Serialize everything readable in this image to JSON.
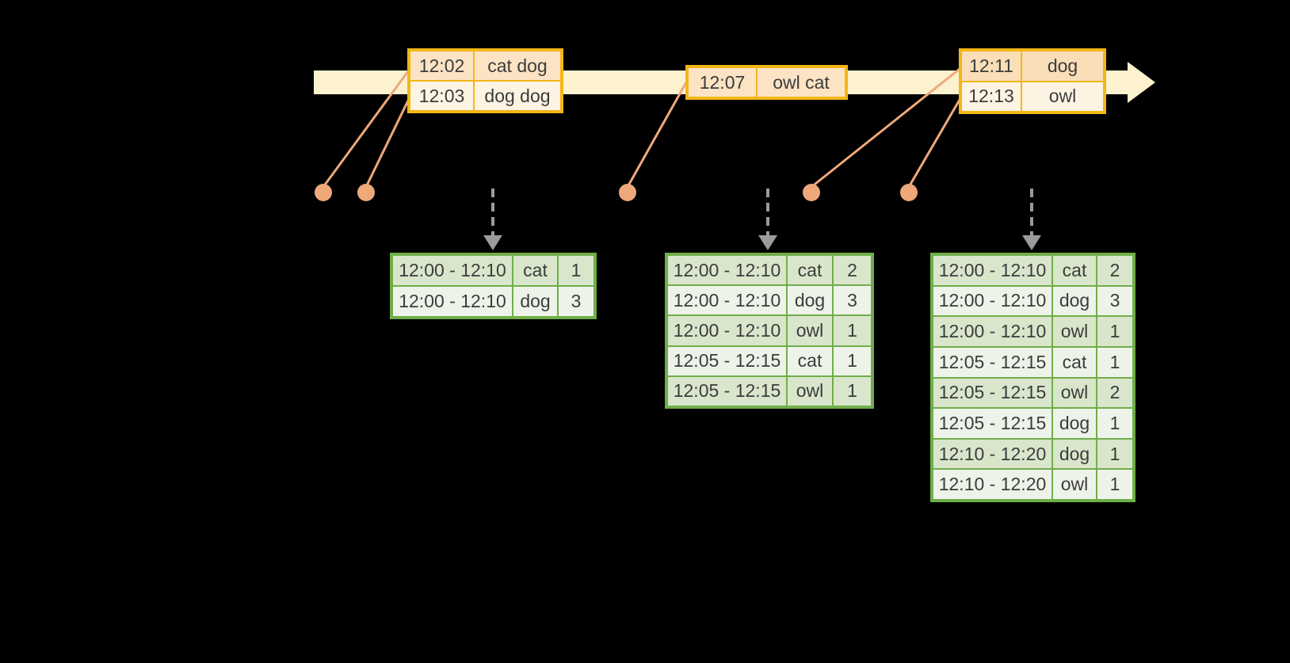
{
  "diagram": {
    "description": "timeline of streaming word events mapped to windowed count result tables",
    "palette": {
      "background": "#000000",
      "timeline_band": "#FCF2CF",
      "event_table_border": "#F3B617",
      "event_row_dark": "#FBE3C4",
      "event_row_dark_alt": "#F9DEB8",
      "event_row_light": "#FDF3E3",
      "result_table_border": "#6FAE49",
      "result_row_dark": "#D9E6CB",
      "result_row_light": "#EEF3EA",
      "connector_salmon": "#EFA87A",
      "trigger_arrow_gray": "#9B9B9B",
      "text": "#3C3C3C"
    }
  },
  "event_tables": [
    {
      "rows": [
        {
          "time": "12:02",
          "words": "cat dog"
        },
        {
          "time": "12:03",
          "words": "dog dog"
        }
      ]
    },
    {
      "rows": [
        {
          "time": "12:07",
          "words": "owl cat"
        }
      ]
    },
    {
      "rows": [
        {
          "time": "12:11",
          "words": "dog"
        },
        {
          "time": "12:13",
          "words": "owl"
        }
      ]
    }
  ],
  "result_tables": [
    {
      "rows": [
        {
          "window": "12:00 - 12:10",
          "word": "cat",
          "count": "1"
        },
        {
          "window": "12:00 - 12:10",
          "word": "dog",
          "count": "3"
        }
      ]
    },
    {
      "rows": [
        {
          "window": "12:00 - 12:10",
          "word": "cat",
          "count": "2"
        },
        {
          "window": "12:00 - 12:10",
          "word": "dog",
          "count": "3"
        },
        {
          "window": "12:00 - 12:10",
          "word": "owl",
          "count": "1"
        },
        {
          "window": "12:05 - 12:15",
          "word": "cat",
          "count": "1"
        },
        {
          "window": "12:05 - 12:15",
          "word": "owl",
          "count": "1"
        }
      ]
    },
    {
      "rows": [
        {
          "window": "12:00 - 12:10",
          "word": "cat",
          "count": "2"
        },
        {
          "window": "12:00 - 12:10",
          "word": "dog",
          "count": "3"
        },
        {
          "window": "12:00 - 12:10",
          "word": "owl",
          "count": "1"
        },
        {
          "window": "12:05 - 12:15",
          "word": "cat",
          "count": "1"
        },
        {
          "window": "12:05 - 12:15",
          "word": "owl",
          "count": "2"
        },
        {
          "window": "12:05 - 12:15",
          "word": "dog",
          "count": "1"
        },
        {
          "window": "12:10 - 12:20",
          "word": "dog",
          "count": "1"
        },
        {
          "window": "12:10 - 12:20",
          "word": "owl",
          "count": "1"
        }
      ]
    }
  ]
}
